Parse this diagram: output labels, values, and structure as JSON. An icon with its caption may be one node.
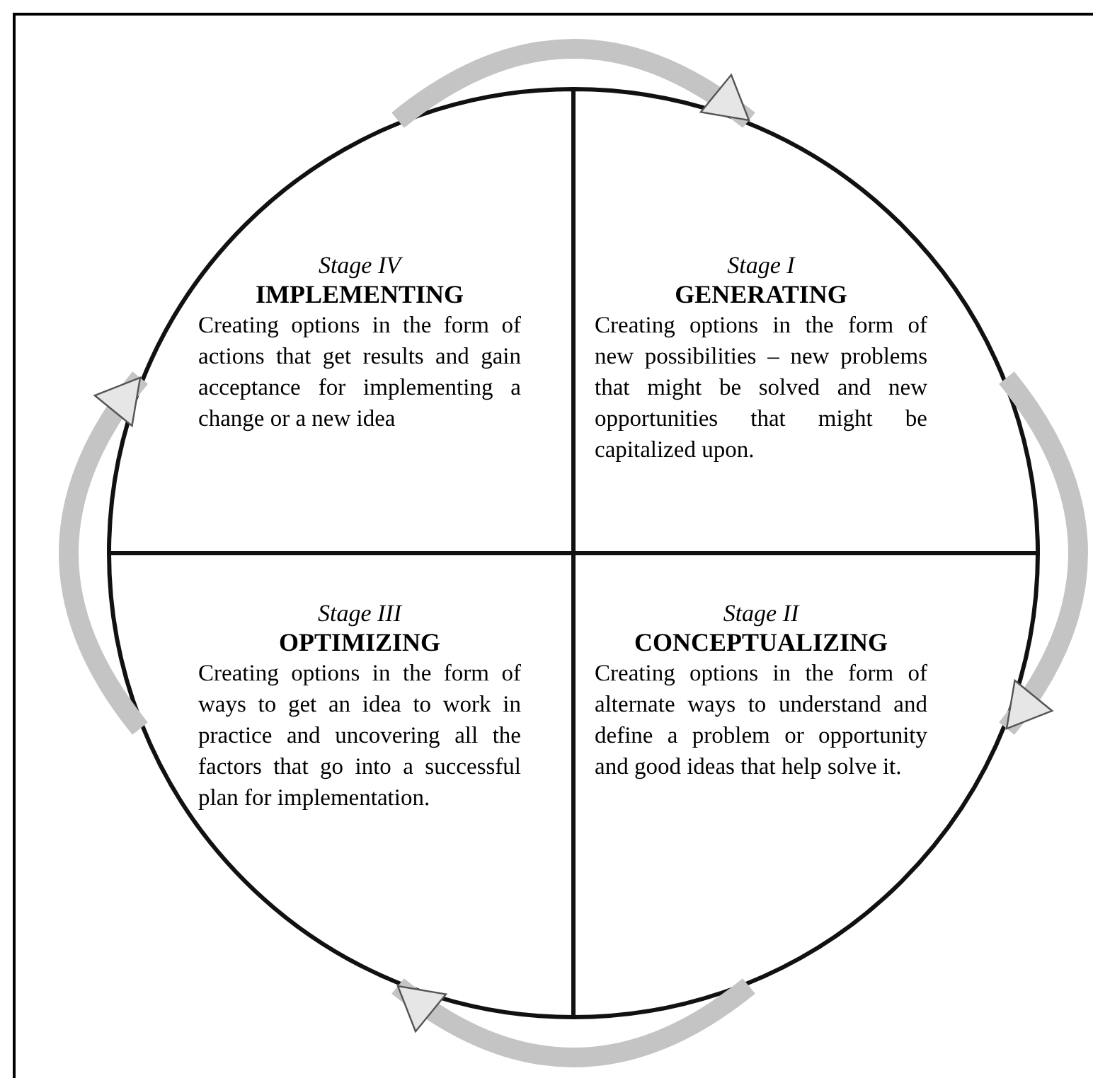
{
  "diagram": {
    "nodes": [
      {
        "text": [
          "Stage IV",
          "IMPLEMENTING",
          "Creating options in the form of actions that get results and gain acceptance for implementing a change or a new idea"
        ]
      },
      {
        "text": [
          "Stage I",
          "GENERATING",
          "Creating options in the form of new possibilities – new problems that might be solved and new opportunities that might be capitalized upon."
        ]
      },
      {
        "text": [
          "Stage III",
          "OPTIMIZING",
          "Creating options in the form of ways to get an idea to work in practice and uncovering all the factors that go into a successful plan for implementation."
        ]
      },
      {
        "text": [
          "Stage II",
          "CONCEPTUALIZING",
          "Creating options in the form of alternate ways to understand and define a problem or opportunity and good ideas that help solve it."
        ]
      }
    ],
    "edges": [
      {
        "from": 0,
        "to": 1,
        "arrow": "to"
      },
      {
        "from": 1,
        "to": 3,
        "arrow": "to"
      },
      {
        "from": 3,
        "to": 2,
        "arrow": "to"
      },
      {
        "from": 2,
        "to": 0,
        "arrow": "to"
      }
    ]
  }
}
